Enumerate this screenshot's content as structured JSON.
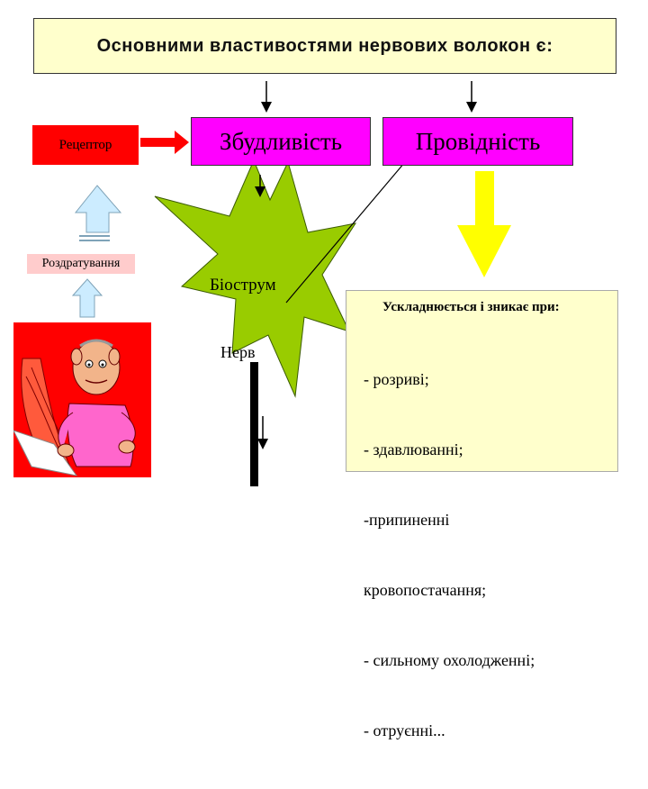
{
  "title": "Основними властивостями нервових волокон є:",
  "receptor_label": "Рецептор",
  "properties": [
    "Збудливість",
    "Провідність"
  ],
  "irritation_label": "Роздратування",
  "biocurrent_label": "Біострум",
  "nerve_label": "Нерв",
  "complication": {
    "heading": "Ускладнюється і зникає при:",
    "items": [
      "- розриві;",
      "- здавлюванні;",
      "-припиненні",
      "кровопостачання;",
      "- сильному охолодженні;",
      "- отруєнні..."
    ]
  },
  "colors": {
    "title_bg": "#ffffcc",
    "receptor_bg": "#ff0000",
    "property_bg": "#ff00ff",
    "irritation_bg": "#ffcccc",
    "burst_fill": "#99cc00",
    "yellow_arrow": "#ffff00",
    "blue_arrow": "#ccecff",
    "picture_bg": "#ff0000"
  }
}
